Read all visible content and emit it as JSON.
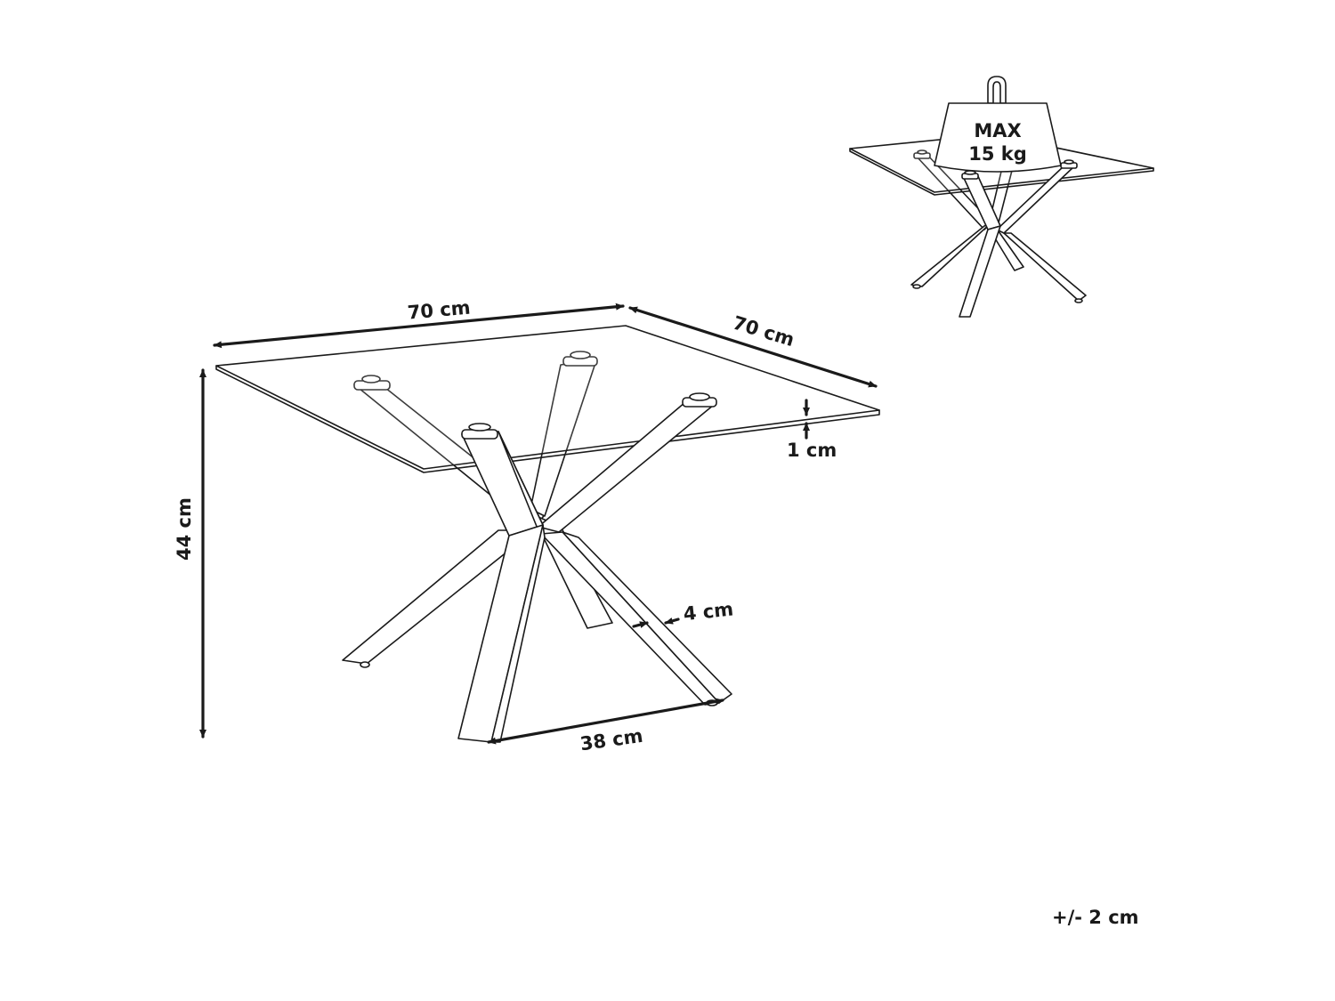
{
  "dimensions": {
    "width": "70 cm",
    "depth": "70 cm",
    "height": "44 cm",
    "glass_thickness": "1 cm",
    "leg_width": "4 cm",
    "leg_spread": "38 cm"
  },
  "load": {
    "max_label": "MAX",
    "max_value": "15 kg"
  },
  "tolerance": "+/- 2 cm",
  "colors": {
    "line": "#1a1a1a",
    "background": "#ffffff"
  }
}
